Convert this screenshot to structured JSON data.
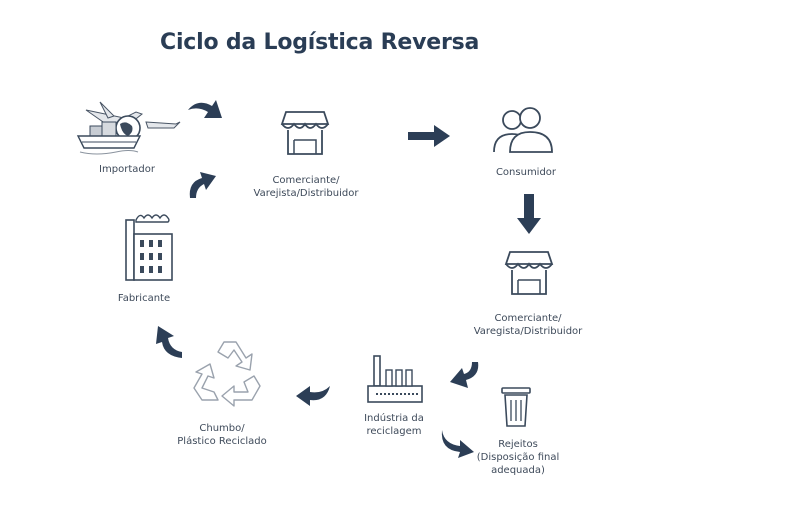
{
  "title": "Ciclo da Logística Reversa",
  "colors": {
    "text": "#2a3d55",
    "arrow": "#2c3e56",
    "icon_stroke": "#3b4a5c",
    "icon_fill": "#c7ccd3"
  },
  "nodes": {
    "importador": {
      "icon": "ship-plane-cargo-icon",
      "lines": [
        "Importador"
      ]
    },
    "comerciante_top": {
      "icon": "store-awning-icon",
      "lines": [
        "Comerciante/",
        "Varejista/Distribuidor"
      ]
    },
    "consumidor": {
      "icon": "people-icon",
      "lines": [
        "Consumidor"
      ]
    },
    "comerciante_right": {
      "icon": "store-awning-icon",
      "lines": [
        "Comerciante/",
        "Varegista/Distribuidor"
      ]
    },
    "industria": {
      "icon": "factory-icon",
      "lines": [
        "Indústria da",
        "reciclagem"
      ]
    },
    "rejeitos": {
      "icon": "trash-bin-icon",
      "lines": [
        "Rejeitos",
        "(Disposição final",
        "adequada)"
      ]
    },
    "chumbo": {
      "icon": "recycle-icon",
      "lines": [
        "Chumbo/",
        "Plástico Reciclado"
      ]
    },
    "fabricante": {
      "icon": "building-factory-icon",
      "lines": [
        "Fabricante"
      ]
    }
  }
}
